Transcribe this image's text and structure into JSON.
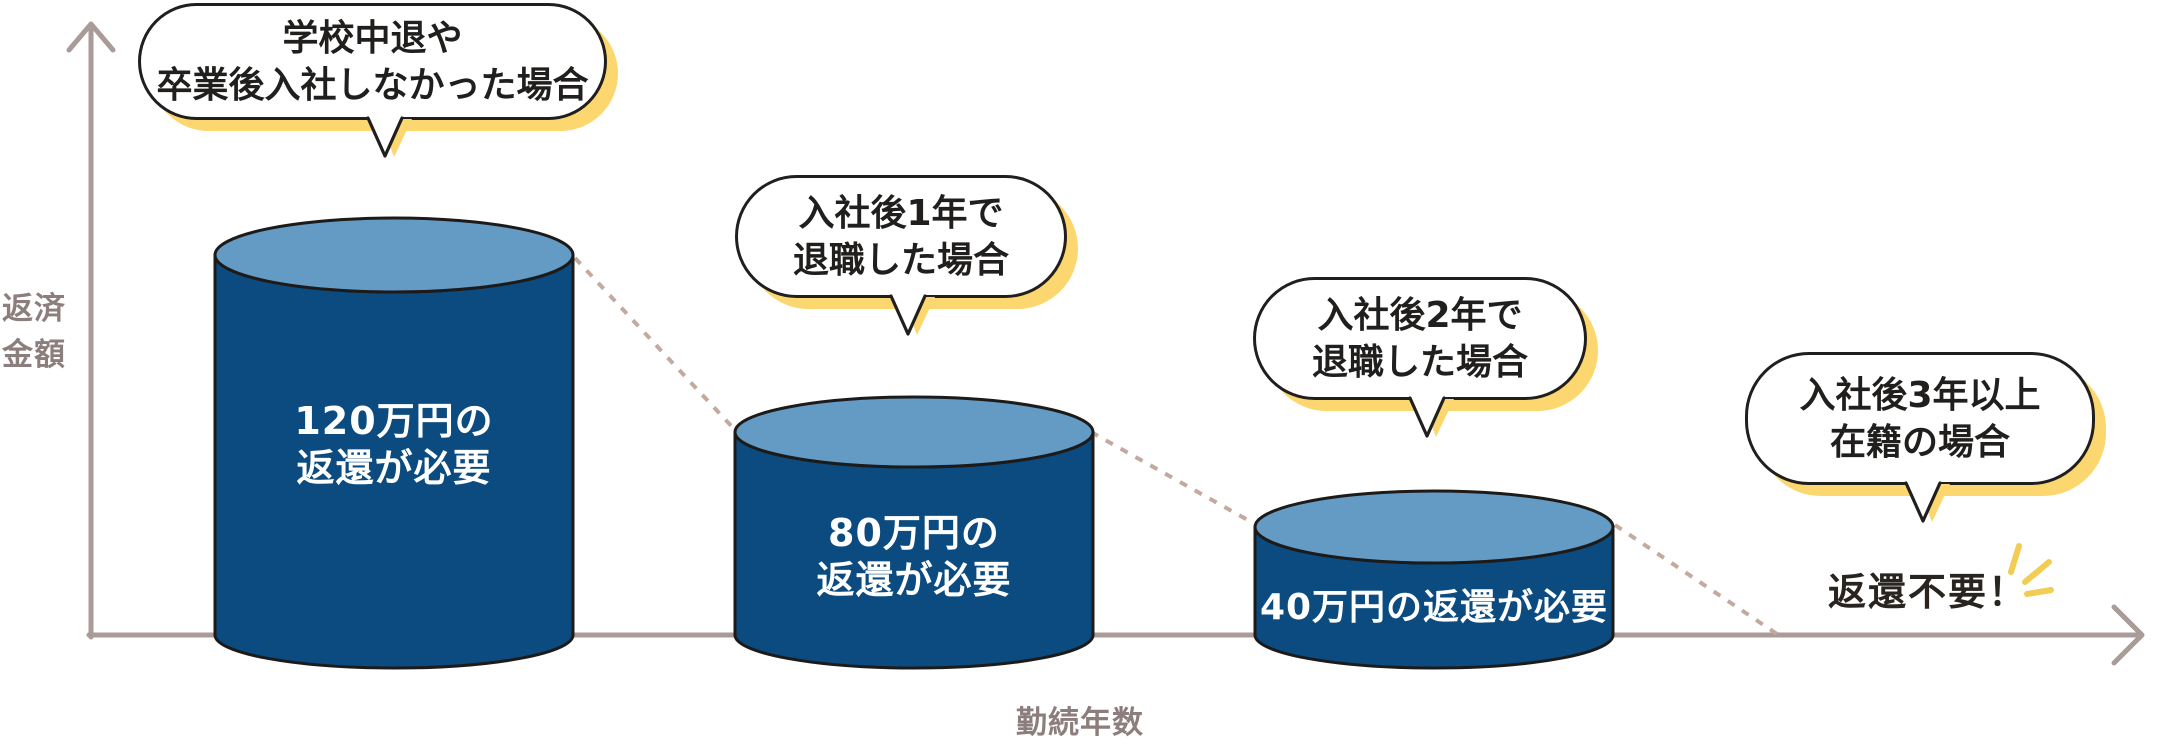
{
  "chart_data": {
    "type": "bar",
    "style": "3d-cylinder infographic with speech-bubble annotations and dotted decline line",
    "categories": [
      "学校中退や卒業後入社しなかった場合",
      "入社後1年で退職した場合",
      "入社後2年で退職した場合",
      "入社後3年以上在籍の場合"
    ],
    "values": [
      120,
      80,
      40,
      0
    ],
    "unit": "万円",
    "value_labels": [
      "120万円の返還が必要",
      "80万円の返還が必要",
      "40万円の返還が必要",
      "返還不要！"
    ],
    "xlabel": "勤続年数",
    "ylabel": "返済金額",
    "legend": "none",
    "grid": "off"
  },
  "axes": {
    "y_label_line1": "返済",
    "y_label_line2": "金額",
    "x_label": "勤続年数"
  },
  "cylinders": [
    {
      "line1": "120万円の",
      "line2": "返還が必要"
    },
    {
      "line1": "80万円の",
      "line2": "返還が必要"
    },
    {
      "line1": "40万円の返還が必要"
    }
  ],
  "bubbles": [
    {
      "line1": "学校中退や",
      "line2": "卒業後入社しなかった場合"
    },
    {
      "line1": "入社後1年で",
      "line2": "退職した場合"
    },
    {
      "line1": "入社後2年で",
      "line2": "退職した場合"
    },
    {
      "line1": "入社後3年以上",
      "line2": "在籍の場合"
    }
  ],
  "no_return_text": "返還不要！",
  "colors": {
    "cylinder_body": "#0b4b7f",
    "cylinder_top": "#649bc5",
    "outline": "#1d1b19",
    "bubble_shadow": "#fcd76f",
    "axis": "#a89b98",
    "axis_label": "#8c7e7d",
    "dotted_line": "#c3a99e",
    "sparkle": "#f2cc53",
    "cylinder_text": "#ffffff",
    "no_return_text_color": "#282420"
  }
}
